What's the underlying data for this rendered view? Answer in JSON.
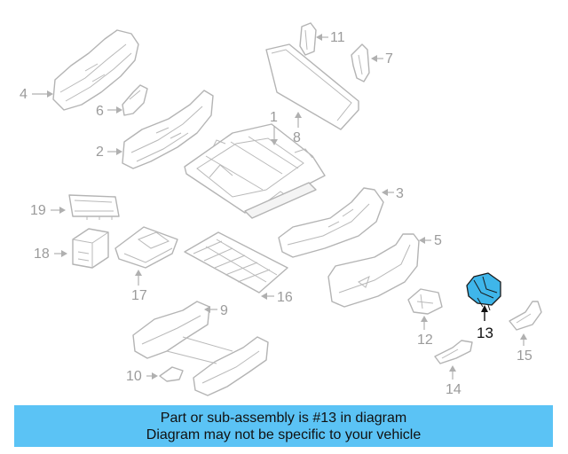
{
  "colors": {
    "highlight_part": "#3fb6ea",
    "banner_background": "#5bc3f5",
    "line_art": "#b4b4b4"
  },
  "diagram": {
    "callouts": [
      "1",
      "2",
      "3",
      "4",
      "5",
      "6",
      "7",
      "8",
      "9",
      "10",
      "11",
      "12",
      "13",
      "14",
      "15",
      "16",
      "17",
      "18",
      "19"
    ],
    "highlighted_callout": "13"
  },
  "banner": {
    "line1": "Part or sub-assembly is #13 in diagram",
    "line2": "Diagram may not be specific to your vehicle"
  }
}
